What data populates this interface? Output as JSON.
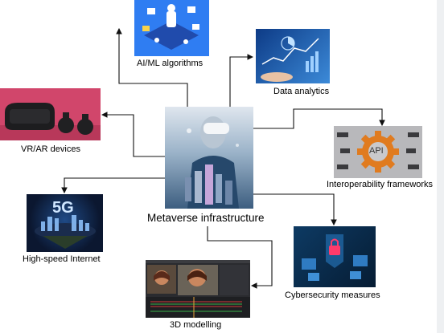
{
  "center": {
    "label": "Metaverse infrastructure"
  },
  "nodes": {
    "ai_ml": {
      "label": "AI/ML algorithms"
    },
    "data_analytics": {
      "label": "Data analytics"
    },
    "vr_ar": {
      "label": "VR/AR devices"
    },
    "interoperability": {
      "label": "Interoperability frameworks",
      "badge": "API"
    },
    "high_speed_internet": {
      "label": "High-speed Internet",
      "badge": "5G"
    },
    "cybersecurity": {
      "label": "Cybersecurity measures"
    },
    "modelling_3d": {
      "label": "3D modelling"
    }
  },
  "colors": {
    "connector": "#111111",
    "api_gear": "#e07b1f",
    "ai_bg": "#2f7df2",
    "analytics_bg": "#1e5fb8",
    "vr_bg": "#d1466b",
    "net_bg": "#0b1730",
    "cyber_bg": "#0b2a4a",
    "model_bg": "#2a2b2f"
  }
}
